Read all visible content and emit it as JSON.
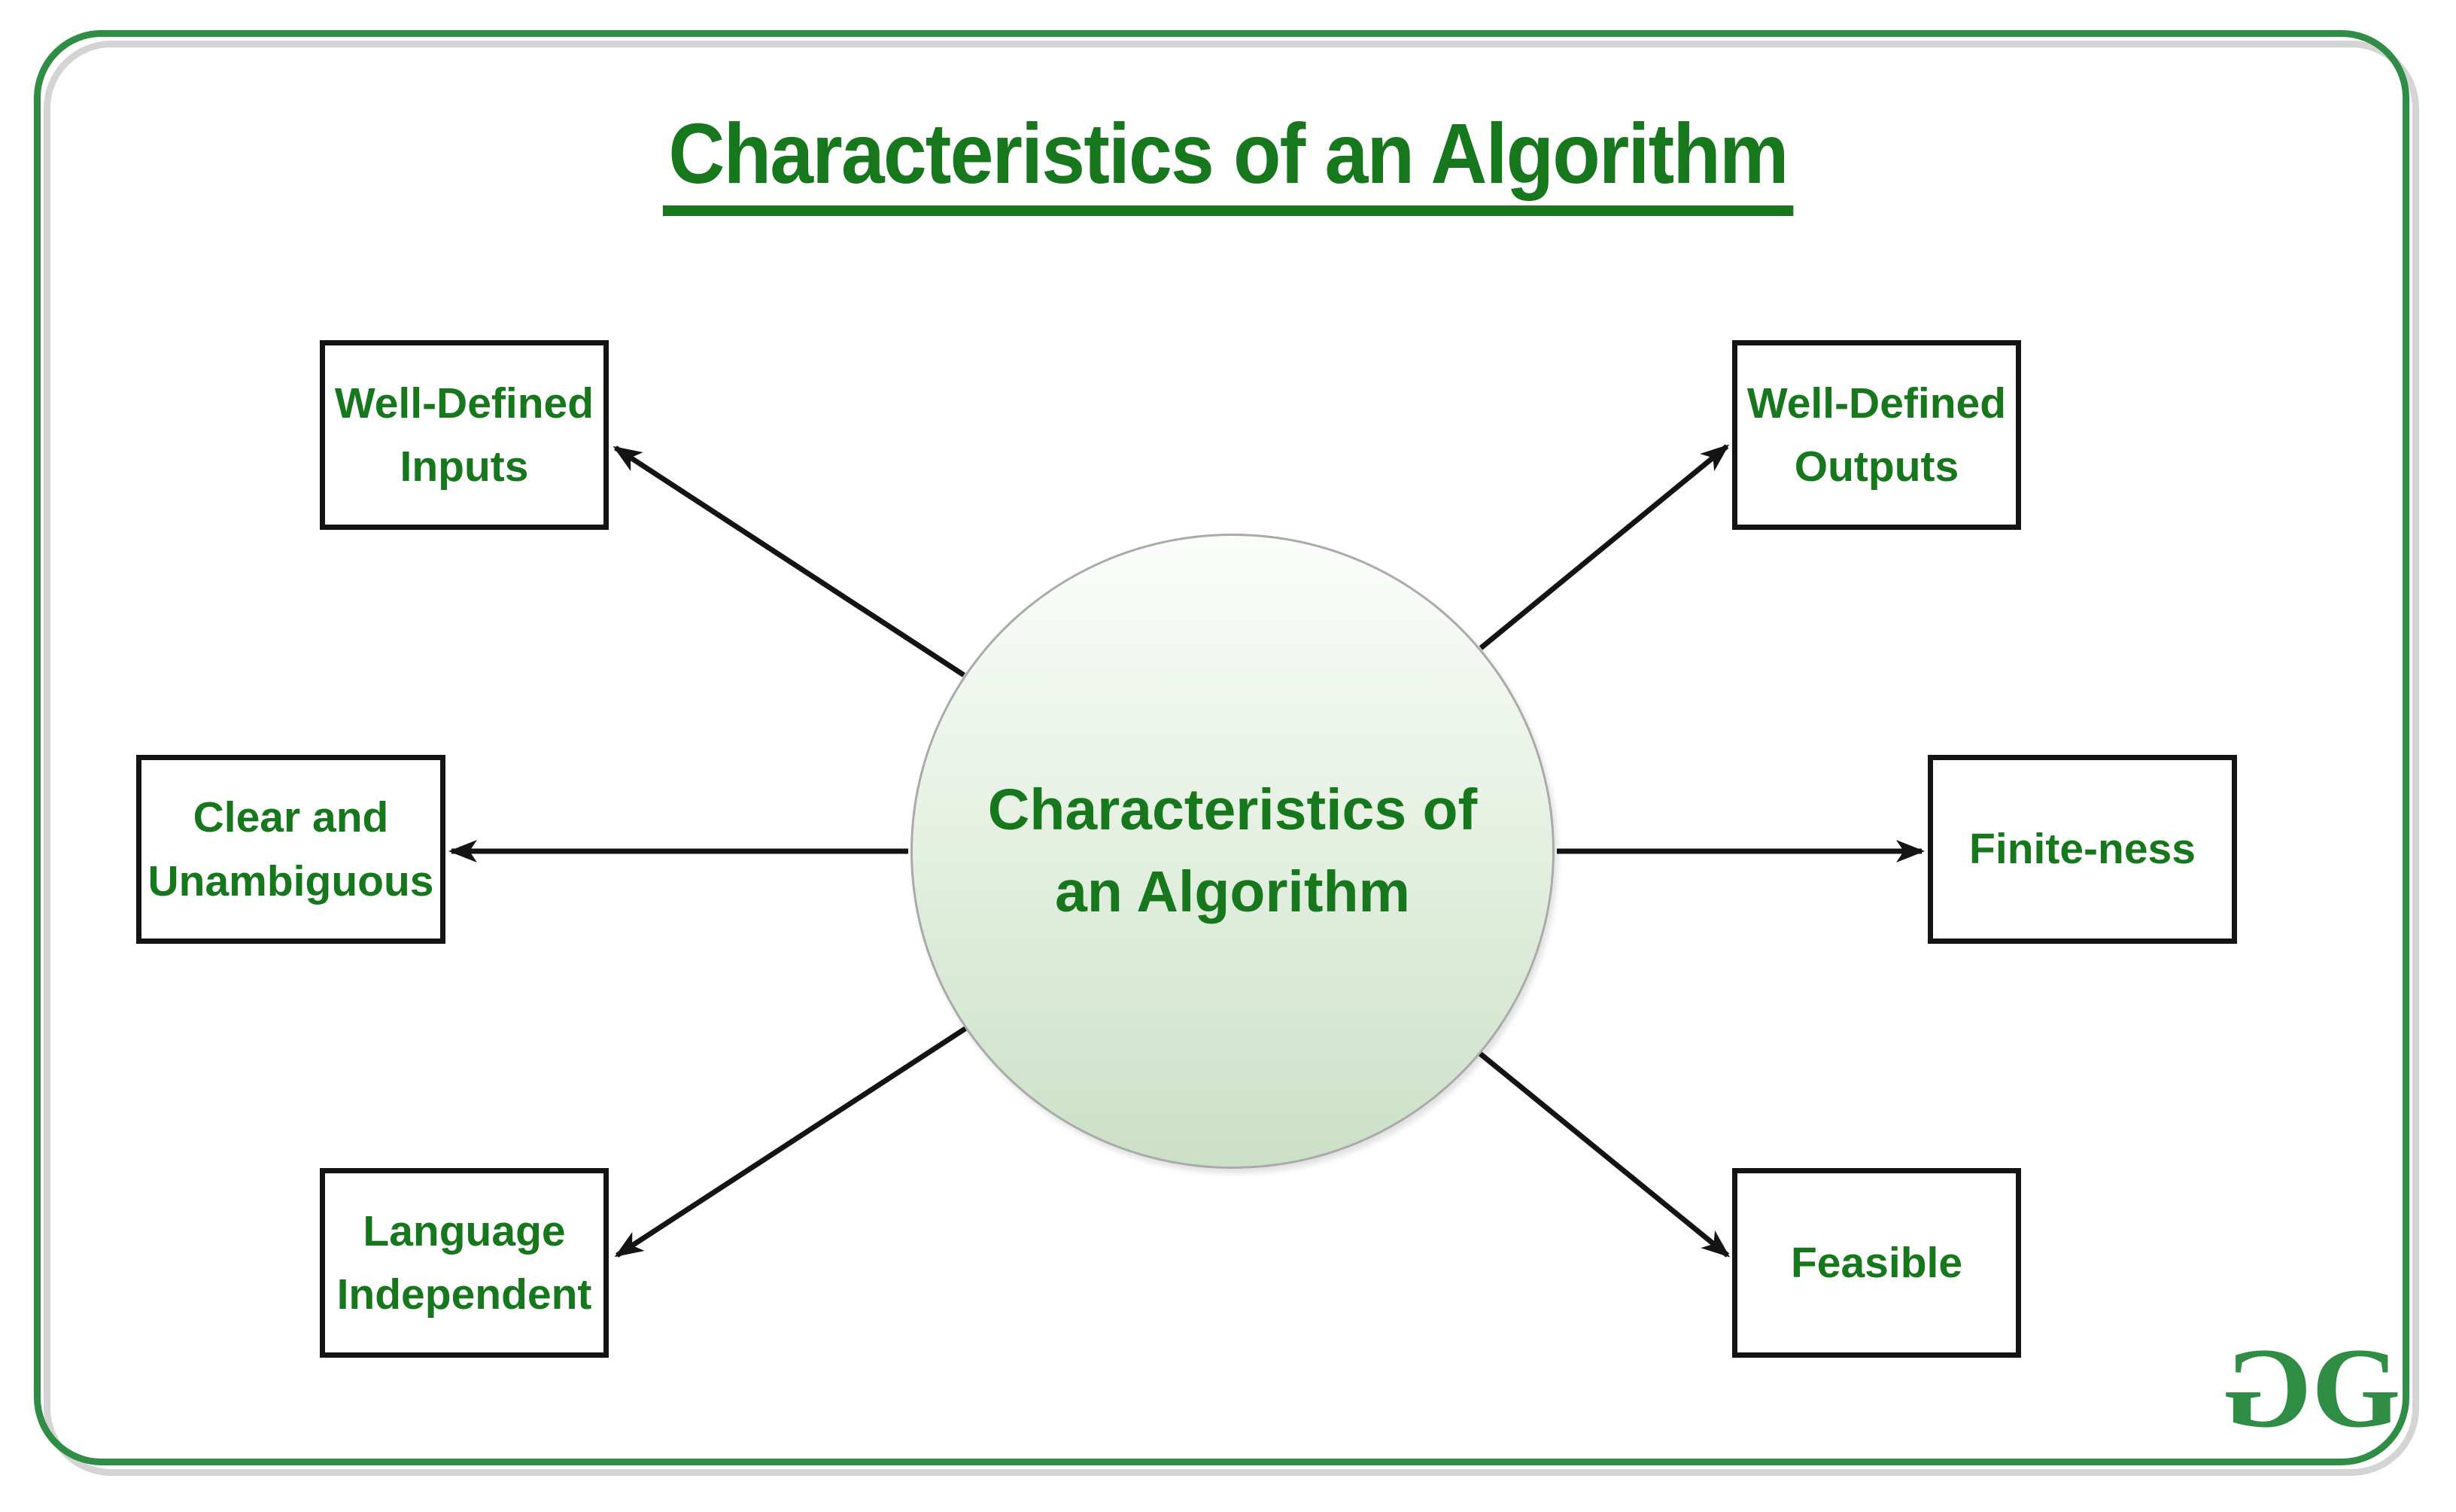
{
  "title": "Characteristics of an Algorithm",
  "center_node": {
    "label": "Characteristics of\nan Algorithm"
  },
  "nodes": [
    {
      "id": "well-defined-inputs",
      "label": "Well-Defined\nInputs",
      "position": "top-left"
    },
    {
      "id": "well-defined-outputs",
      "label": "Well-Defined\nOutputs",
      "position": "top-right"
    },
    {
      "id": "clear-and-unambiguous",
      "label": "Clear and\nUnambiguous",
      "position": "middle-left"
    },
    {
      "id": "finite-ness",
      "label": "Finite-ness",
      "position": "middle-right"
    },
    {
      "id": "language-independent",
      "label": "Language\nIndependent",
      "position": "bottom-left"
    },
    {
      "id": "feasible",
      "label": "Feasible",
      "position": "bottom-right"
    }
  ],
  "logo": {
    "name": "GeeksforGeeks",
    "g": "G"
  },
  "colors": {
    "text_green": "#17771d",
    "brand_green": "#2f8d46",
    "line_black": "#141414",
    "shadow_gray": "#d4d4d4",
    "circle_border": "#a9aaa9",
    "circle_top": "#fbfdfb",
    "circle_bottom": "#cbe0c6",
    "box_bg": "#ffffff",
    "page_bg": "#ffffff"
  }
}
